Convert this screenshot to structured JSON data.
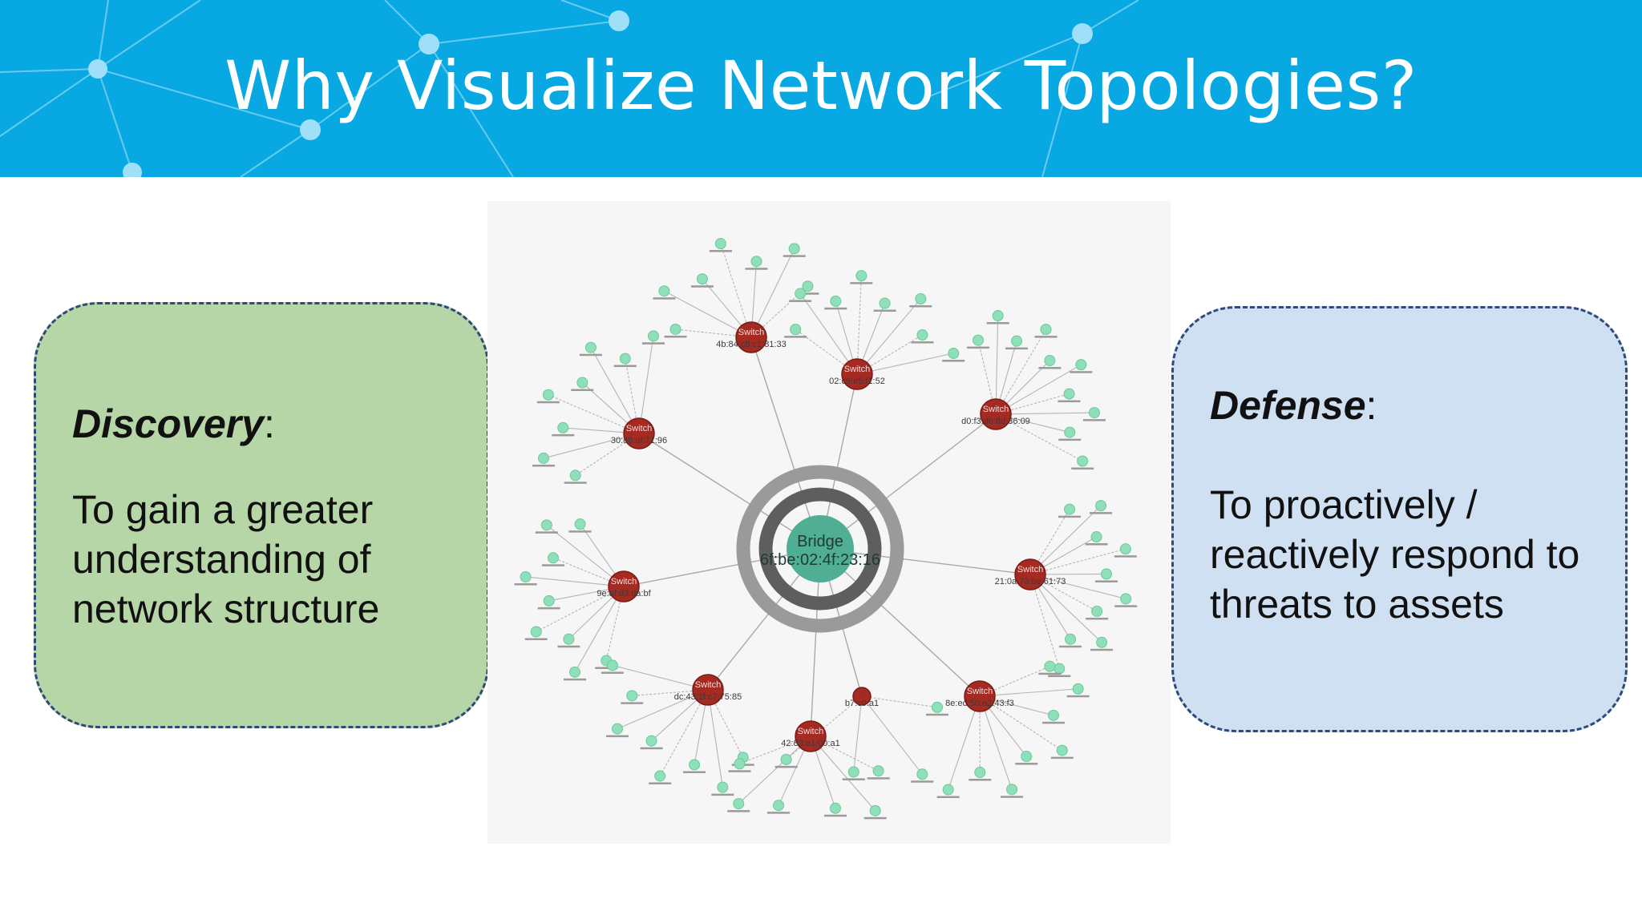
{
  "slide": {
    "title": "Why Visualize Network Topologies?"
  },
  "discovery": {
    "heading": "Discovery",
    "body": "To gain a greater understanding of network structure"
  },
  "defense": {
    "heading": "Defense",
    "body": "To proactively / reactively respond to threats to assets"
  },
  "topology": {
    "bridge": {
      "label": "Bridge",
      "mac": "6f:be:02:4f:23:16"
    },
    "switches": [
      {
        "label": "Switch",
        "mac": "4b:84:c8:c1:81:33"
      },
      {
        "label": "Switch",
        "mac": "02:c9:e5:f1:52"
      },
      {
        "label": "Switch",
        "mac": "d0:f3:d6:8d:36:09"
      },
      {
        "label": "Switch",
        "mac": "30:d8:af:71:96"
      },
      {
        "label": "Switch",
        "mac": "9e:af:d3:da:bf"
      },
      {
        "label": "Switch",
        "mac": "21:0a:73:be:61:73"
      },
      {
        "label": "Switch",
        "mac": "dc:43:1f:c7:75:85"
      },
      {
        "label": "Switch",
        "mac": "42:83:e1:00:a1"
      },
      {
        "label": "",
        "mac": "b7:c0:a1"
      },
      {
        "label": "Switch",
        "mac": "8e:ed:50:e2:43:f3"
      }
    ]
  },
  "colors": {
    "header": "#08a8e3",
    "discovery_fill": "#b7d6a7",
    "defense_fill": "#cfe0f3",
    "border": "#2f4a78",
    "switch": "#a52a22",
    "bridge": "#4fae93",
    "endpoint": "#8fe0b8",
    "ring": "#666666"
  }
}
